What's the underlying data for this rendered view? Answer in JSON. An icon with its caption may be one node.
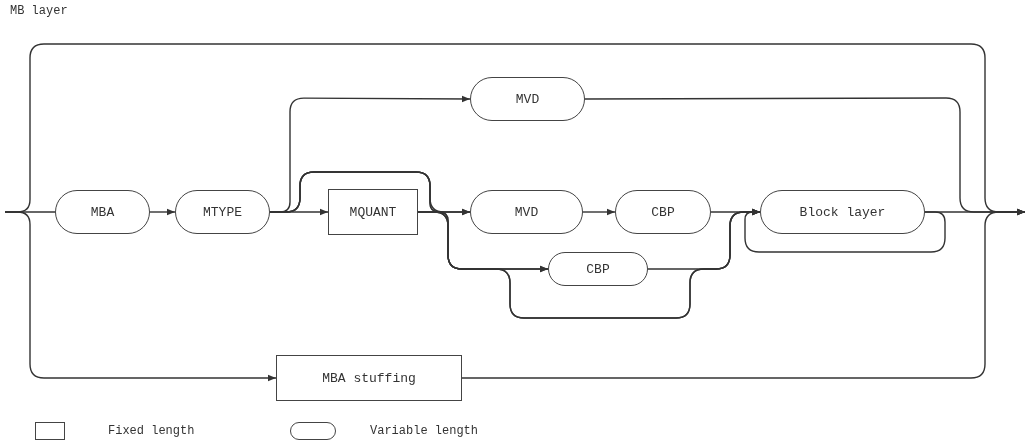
{
  "diagram": {
    "title": "MB layer",
    "nodes": [
      {
        "text": [
          "MBA"
        ]
      },
      {
        "text": [
          "MTYPE"
        ]
      },
      {
        "text": [
          "MQUANT"
        ]
      },
      {
        "text": [
          "MVD"
        ]
      },
      {
        "text": [
          "MVD"
        ]
      },
      {
        "text": [
          "CBP"
        ]
      },
      {
        "text": [
          "Block layer"
        ]
      },
      {
        "text": [
          "CBP"
        ]
      },
      {
        "text": [
          "MBA stuffing"
        ]
      }
    ],
    "edges": [
      {
        "from": null,
        "to": 0,
        "arrow": "none"
      },
      {
        "from": 0,
        "to": 1,
        "arrow": "to"
      },
      {
        "from": 1,
        "to": 2,
        "arrow": "to"
      },
      {
        "from": 1,
        "to": 3,
        "arrow": "to"
      },
      {
        "from": 1,
        "to": 4,
        "arrow": "to"
      },
      {
        "from": 1,
        "to": 7,
        "arrow": "to"
      },
      {
        "from": 1,
        "to": 6,
        "arrow": "to"
      },
      {
        "from": 2,
        "to": 4,
        "arrow": "to"
      },
      {
        "from": 2,
        "to": 7,
        "arrow": "to"
      },
      {
        "from": 2,
        "to": 6,
        "arrow": "to"
      },
      {
        "from": 4,
        "to": 5,
        "arrow": "to"
      },
      {
        "from": 5,
        "to": 6,
        "arrow": "to"
      },
      {
        "from": 7,
        "to": 6,
        "arrow": "to"
      },
      {
        "from": 6,
        "to": 6,
        "arrow": "to"
      },
      {
        "from": 3,
        "to": null,
        "arrow": "to"
      },
      {
        "from": 6,
        "to": null,
        "arrow": "to"
      },
      {
        "from": null,
        "to": 8,
        "arrow": "to"
      },
      {
        "from": 8,
        "to": null,
        "arrow": "to"
      }
    ],
    "legend": [
      {
        "text": "Fixed length"
      },
      {
        "text": "Variable length"
      }
    ]
  }
}
